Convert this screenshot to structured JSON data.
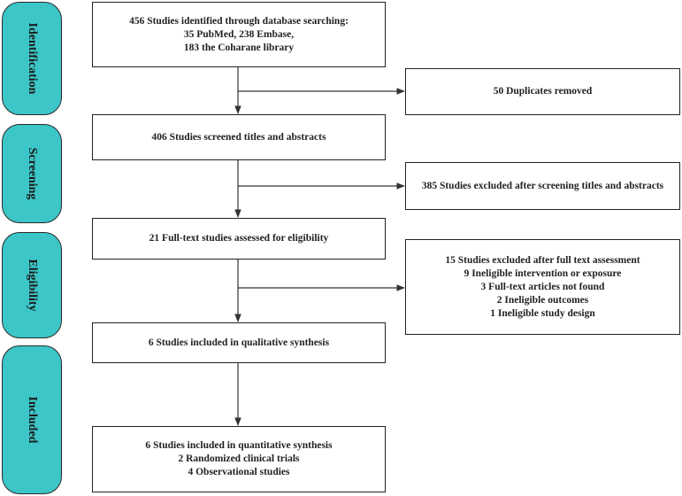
{
  "phases": {
    "identification": "Identification",
    "screening": "Screening",
    "eligibility": "Eligibility",
    "included": "Included"
  },
  "boxes": {
    "identified": [
      "456 Studies identified through database searching:",
      "35 PubMed, 238 Embase,",
      "183 the Coharane library"
    ],
    "duplicates": [
      "50 Duplicates removed"
    ],
    "screened": [
      "406 Studies screened titles and abstracts"
    ],
    "excluded_screening": [
      "385 Studies excluded after screening titles and abstracts"
    ],
    "fulltext": [
      "21 Full-text studies assessed for eligibility"
    ],
    "excluded_fulltext": [
      "15 Studies excluded after full text assessment",
      "9 Ineligible intervention or exposure",
      "3 Full-text articles not found",
      "2 Ineligible outcomes",
      "1 Ineligible study design"
    ],
    "qualitative": [
      "6 Studies included in qualitative synthesis"
    ],
    "quantitative": [
      "6 Studies included in quantitative synthesis",
      "2 Randomized clinical trials",
      "4 Observational studies"
    ]
  }
}
